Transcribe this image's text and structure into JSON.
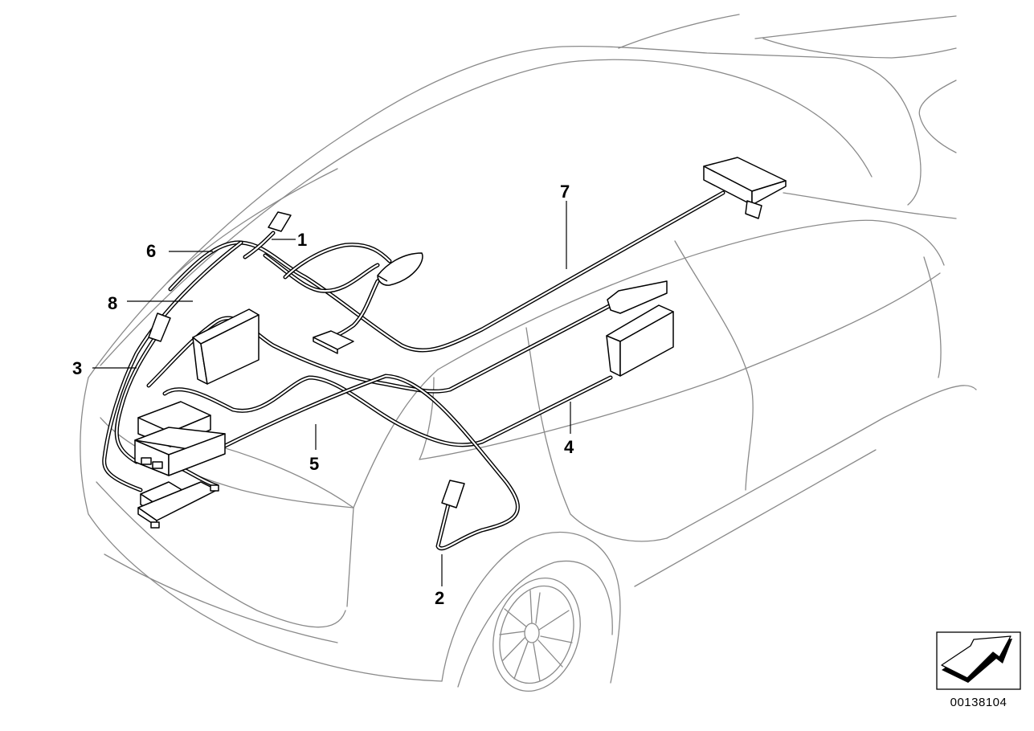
{
  "callouts": [
    {
      "id": "1",
      "label": "1"
    },
    {
      "id": "2",
      "label": "2"
    },
    {
      "id": "3",
      "label": "3"
    },
    {
      "id": "4",
      "label": "4"
    },
    {
      "id": "5",
      "label": "5"
    },
    {
      "id": "6",
      "label": "6"
    },
    {
      "id": "7",
      "label": "7"
    },
    {
      "id": "8",
      "label": "8"
    }
  ],
  "reference_number": "00138104",
  "icons": {
    "navigation": "next-page-arrow-icon"
  },
  "colors": {
    "line": "#000000",
    "car_outline": "#8a8a8a",
    "background": "#ffffff"
  }
}
